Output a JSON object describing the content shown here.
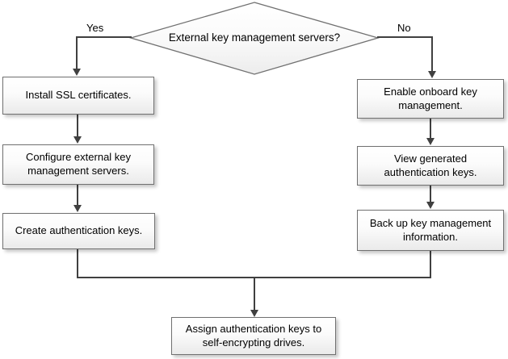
{
  "decision": {
    "label": "External key management servers?"
  },
  "labels": {
    "yes": "Yes",
    "no": "No"
  },
  "yes_path": {
    "step1": {
      "label": "Install SSL certificates."
    },
    "step2": {
      "label": "Configure external key management servers."
    },
    "step3": {
      "label": "Create authentication keys."
    }
  },
  "no_path": {
    "step1": {
      "label": "Enable onboard key management."
    },
    "step2": {
      "label": "View generated authentication keys."
    },
    "step3": {
      "label": "Back up key management information."
    }
  },
  "final": {
    "label": "Assign authentication keys to self-encrypting drives."
  },
  "colors": {
    "box_border": "#707070",
    "box_fill_top": "#ffffff",
    "box_fill_bottom": "#eaeaea",
    "connector": "#404040",
    "text": "#000000"
  }
}
